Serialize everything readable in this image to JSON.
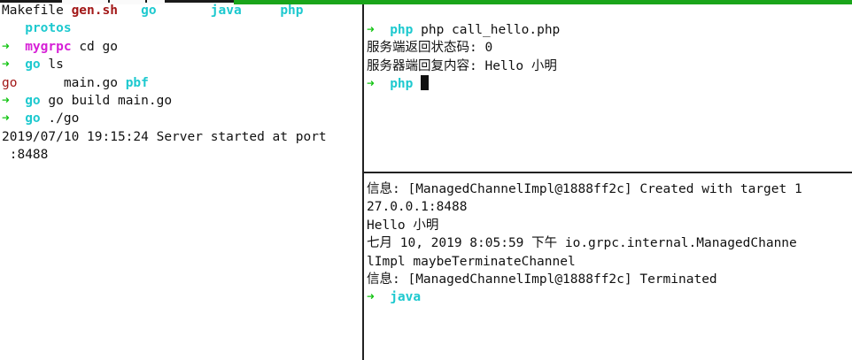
{
  "colors": {
    "prompt_arrow": "#16c516",
    "dir_cyan": "#1ec9cf",
    "exec_red": "#a21717",
    "background": "#ffffff"
  },
  "left_pane": {
    "ls_row1": {
      "c1": "Makefile",
      "c2": "gen.sh",
      "c3": "go",
      "c4": "java",
      "c5": "php"
    },
    "ls_row2": {
      "c1": "protos"
    },
    "line3": {
      "arrow": "➜",
      "dir": "mygrpc",
      "cmd": "cd go"
    },
    "line4": {
      "arrow": "➜",
      "dir": "go",
      "cmd": "ls"
    },
    "ls2_row": {
      "c1": "go",
      "c2": "main.go",
      "c3": "pbf"
    },
    "line6": {
      "arrow": "➜",
      "dir": "go",
      "cmd": "go build main.go"
    },
    "line7": {
      "arrow": "➜",
      "dir": "go",
      "cmd": "./go"
    },
    "line8": "2019/07/10 19:15:24 Server started at port",
    "line9": " :8488"
  },
  "top_right_pane": {
    "line1": {
      "arrow": "➜",
      "dir": "php",
      "cmd": "php call_hello.php"
    },
    "line2": "服务端返回状态码: 0",
    "line3": "服务器端回复内容: Hello 小明",
    "line4": {
      "arrow": "➜",
      "dir": "php"
    }
  },
  "bottom_right_pane": {
    "line1": "信息: [ManagedChannelImpl@1888ff2c] Created with target 1",
    "line2": "27.0.0.1:8488",
    "line3": "Hello 小明",
    "line4": "七月 10, 2019 8:05:59 下午 io.grpc.internal.ManagedChanne",
    "line5": "lImpl maybeTerminateChannel",
    "line6": "信息: [ManagedChannelImpl@1888ff2c] Terminated",
    "line7": {
      "arrow": "➜",
      "dir": "java"
    }
  }
}
